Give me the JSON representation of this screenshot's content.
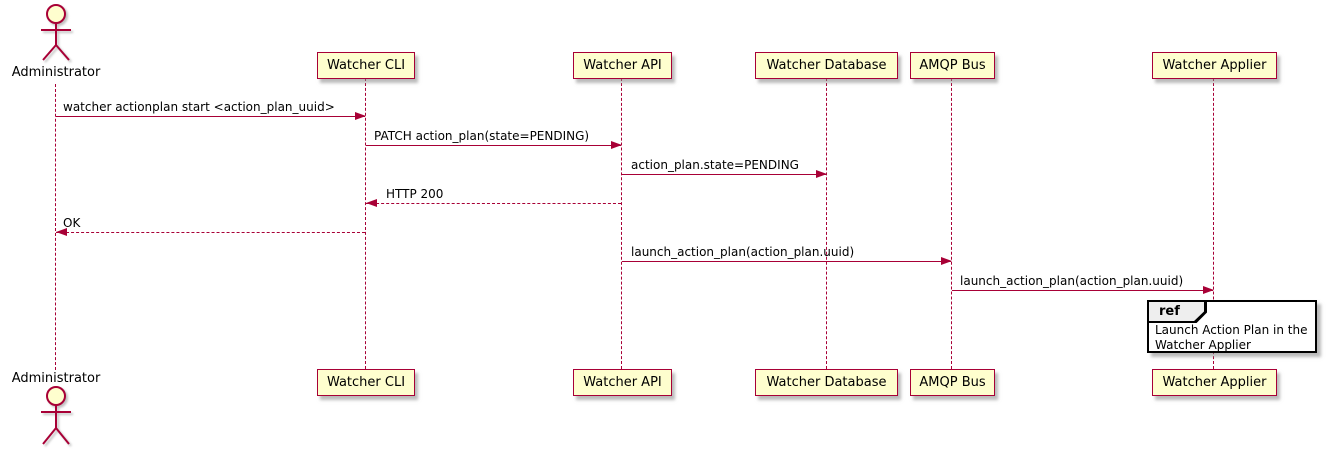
{
  "diagram_type": "sequence",
  "colors": {
    "participant_fill": "#FEFECE",
    "stroke": "#A80036",
    "text": "#000000",
    "ref_fill": "#FFFFFF",
    "ref_header_fill": "#EEEEEE",
    "ref_border": "#000000",
    "background": "#FFFFFF"
  },
  "actor": {
    "label": "Administrator"
  },
  "participants": [
    {
      "label": "Watcher CLI"
    },
    {
      "label": "Watcher API"
    },
    {
      "label": "Watcher Database"
    },
    {
      "label": "AMQP Bus"
    },
    {
      "label": "Watcher Applier"
    }
  ],
  "messages": [
    {
      "text": "watcher actionplan start <action_plan_uuid>",
      "from": "Administrator",
      "to": "Watcher CLI",
      "line": "solid",
      "direction": "right"
    },
    {
      "text": "PATCH action_plan(state=PENDING)",
      "from": "Watcher CLI",
      "to": "Watcher API",
      "line": "solid",
      "direction": "right"
    },
    {
      "text": "action_plan.state=PENDING",
      "from": "Watcher API",
      "to": "Watcher Database",
      "line": "solid",
      "direction": "right"
    },
    {
      "text": "HTTP 200",
      "from": "Watcher API",
      "to": "Watcher CLI",
      "line": "dashed",
      "direction": "left"
    },
    {
      "text": "OK",
      "from": "Watcher CLI",
      "to": "Administrator",
      "line": "dashed",
      "direction": "left"
    },
    {
      "text": "launch_action_plan(action_plan.uuid)",
      "from": "Watcher API",
      "to": "AMQP Bus",
      "line": "solid",
      "direction": "right"
    },
    {
      "text": "launch_action_plan(action_plan.uuid)",
      "from": "AMQP Bus",
      "to": "Watcher Applier",
      "line": "solid",
      "direction": "right"
    }
  ],
  "ref": {
    "keyword": "ref",
    "line1": "Launch Action Plan in the",
    "line2": "Watcher Applier"
  }
}
